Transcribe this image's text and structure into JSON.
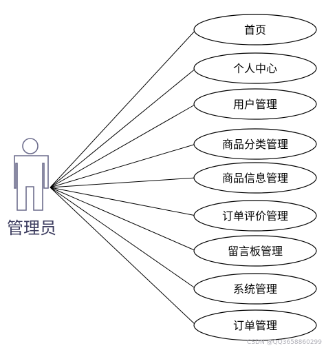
{
  "actor": {
    "label": "管理员"
  },
  "use_cases": [
    {
      "label": "首页"
    },
    {
      "label": "个人中心"
    },
    {
      "label": "用户管理"
    },
    {
      "label": "商品分类管理"
    },
    {
      "label": "商品信息管理"
    },
    {
      "label": "订单评价管理"
    },
    {
      "label": "留言板管理"
    },
    {
      "label": "系统管理"
    },
    {
      "label": "订单管理"
    }
  ],
  "watermark": "CSDN @QQ3658860299",
  "colors": {
    "actor_stroke": "#6c6c8c",
    "line": "#000000",
    "ellipse_stroke": "#000000"
  }
}
